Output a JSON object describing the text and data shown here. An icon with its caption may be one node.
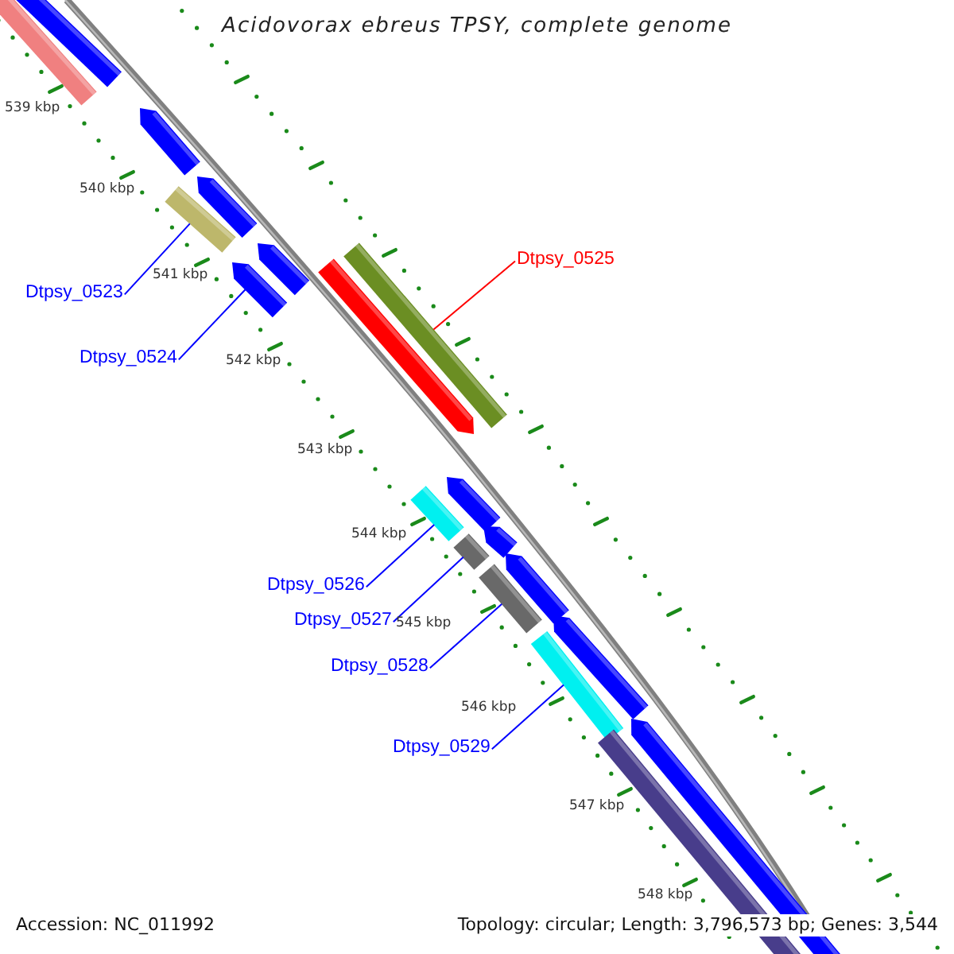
{
  "diagram": {
    "title": "Acidovorax ebreus TPSY, complete genome",
    "nodes": [
      {
        "text": [],
        "shape": "bar"
      },
      {
        "text": [],
        "shape": "bar"
      },
      {
        "text": [],
        "shape": "bar"
      },
      {
        "text": [],
        "shape": "bar"
      },
      {
        "text": [],
        "shape": "bar"
      },
      {
        "text": [],
        "shape": "bar"
      },
      {
        "text": [],
        "shape": "bar"
      },
      {
        "text": [],
        "shape": "bar"
      },
      {
        "text": [],
        "shape": "bar"
      },
      {
        "text": [],
        "shape": "bar"
      },
      {
        "text": [],
        "shape": "bar"
      },
      {
        "text": [],
        "shape": "bar"
      },
      {
        "text": [],
        "shape": "bar"
      },
      {
        "text": [],
        "shape": "bar"
      },
      {
        "text": [],
        "shape": "bar"
      },
      {
        "text": [],
        "shape": "bar"
      },
      {
        "text": [],
        "shape": "bar"
      },
      {
        "text": [],
        "shape": "bar"
      },
      {
        "text": [],
        "shape": "bar"
      },
      {
        "text": [
          "Dtpsy_0523"
        ]
      },
      {
        "text": [
          "Dtpsy_0524"
        ]
      },
      {
        "text": [
          "Dtpsy_0525"
        ]
      },
      {
        "text": [
          "Dtpsy_0526"
        ]
      },
      {
        "text": [
          "Dtpsy_0527"
        ]
      },
      {
        "text": [
          "Dtpsy_0528"
        ]
      },
      {
        "text": [
          "Dtpsy_0529"
        ]
      }
    ],
    "edges": [
      {
        "from": 19,
        "to": 4,
        "arrow": "none"
      },
      {
        "from": 20,
        "to": 6,
        "arrow": "none"
      },
      {
        "from": 21,
        "to": 7,
        "arrow": "none",
        "color": "#ff0000"
      },
      {
        "from": 22,
        "to": 10,
        "arrow": "none"
      },
      {
        "from": 23,
        "to": 12,
        "arrow": "none"
      },
      {
        "from": 24,
        "to": 14,
        "arrow": "none"
      },
      {
        "from": 25,
        "to": 16,
        "arrow": "none"
      }
    ],
    "labels": [
      "539 kbp",
      "540 kbp",
      "541 kbp",
      "542 kbp",
      "543 kbp",
      "544 kbp",
      "545 kbp",
      "546 kbp",
      "547 kbp",
      "548 kbp",
      "Accession: NC_011992",
      "Topology: circular; Length: 3,796,573 bp; Genes: 3,544"
    ]
  }
}
